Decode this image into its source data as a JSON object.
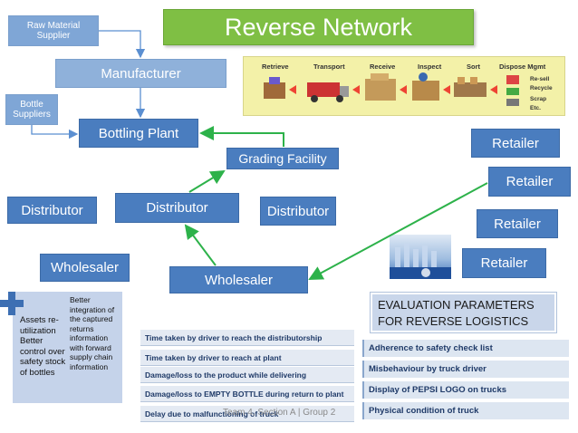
{
  "title": "Reverse Network",
  "nodes": {
    "raw_material": "Raw Material\nSupplier",
    "manufacturer": "Manufacturer",
    "bottle_suppliers": "Bottle\nSuppliers",
    "bottling_plant": "Bottling Plant",
    "grading": "Grading Facility",
    "distributor_left": "Distributor",
    "distributor_center": "Distributor",
    "distributor_right": "Distributor",
    "wholesaler_left": "Wholesaler",
    "wholesaler_center": "Wholesaler",
    "retailer_1": "Retailer",
    "retailer_2": "Retailer",
    "retailer_3": "Retailer",
    "retailer_4": "Retailer"
  },
  "process_image": {
    "steps": [
      "Retrieve",
      "Transport",
      "Receive",
      "Inspect",
      "Sort",
      "Dispose Mgmt"
    ],
    "dispose_options": [
      "Re-sell",
      "Recycle",
      "Scrap",
      "Etc."
    ]
  },
  "benefits": {
    "left": "Assets re-utilization Better control over safety stock of bottles",
    "right": "Better integration of the captured returns information with forward supply chain information"
  },
  "time_params": [
    "Time taken by driver to reach the distributorship",
    "Time taken by driver to reach at plant",
    "Damage/loss to the product while delivering",
    "Damage/loss to EMPTY BOTTLE during return to plant",
    "Delay due to malfunctioning of truck"
  ],
  "footer": "Team 4, Section A | Group 2",
  "evaluation": {
    "heading": "EVALUATION PARAMETERS FOR REVERSE LOGISTICS",
    "items": [
      "Adherence to safety check list",
      "Misbehaviour by truck driver",
      "Display of PEPSI LOGO on trucks",
      "Physical condition of truck"
    ]
  },
  "colors": {
    "title_green": "#7fbf44",
    "box_blue": "#4a7dbf",
    "light_blue": "#8fb1da",
    "arrow_green": "#2db24a",
    "arrow_blue": "#5b8fd1"
  }
}
